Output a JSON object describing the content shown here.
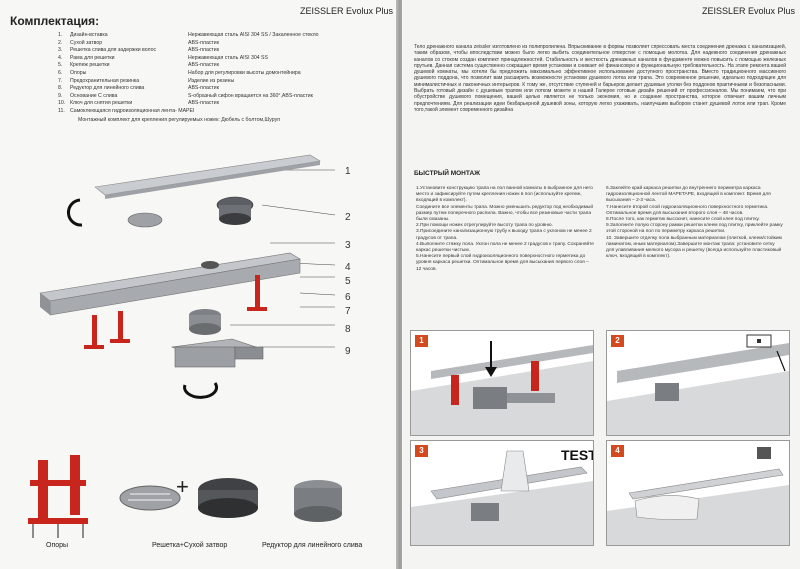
{
  "brand": "ZEISSLER Evolux Plus",
  "left_page": {
    "title": "Комплектация:",
    "components": [
      {
        "num": "1.",
        "name": "Дизайн-вставка",
        "material": "Нержавеющая сталь AISI 304 SS / Закаленное стекло"
      },
      {
        "num": "2.",
        "name": "Сухой затвор",
        "material": "ABS-пластик"
      },
      {
        "num": "3.",
        "name": "Решетка слива для задержки волос",
        "material": "ABS-пластик"
      },
      {
        "num": "4.",
        "name": "Рама для решетки",
        "material": "Нержавеющая сталь AISI 304 SS"
      },
      {
        "num": "5.",
        "name": "Крепеж решетки",
        "material": "ABS-пластик"
      },
      {
        "num": "6.",
        "name": "Опоры",
        "material": "Набор для регулировки высоты домонтейнира"
      },
      {
        "num": "7.",
        "name": "Предохранительная резинка",
        "material": "Изделие из резины"
      },
      {
        "num": "8.",
        "name": "Редуктор для линейного слива",
        "material": "ABS-пластик"
      },
      {
        "num": "9.",
        "name": "Основание С слива",
        "material": "S-образный сифон вращается на 360°,ABS-пластик"
      },
      {
        "num": "10.",
        "name": "Ключ для снятия решетки",
        "material": "ABS-пластик"
      },
      {
        "num": "11.",
        "name": "Самоклеющаяся гидроизоляционная лента- MAPEI",
        "material": ""
      }
    ],
    "mount_note": "Монтажный комплект для крепления регулируемых ножек: Дюбель с болтом,Шуруп",
    "callouts": [
      "1",
      "2",
      "3",
      "4",
      "5",
      "6",
      "7",
      "8",
      "9"
    ],
    "bottom_labels": {
      "supports": "Опоры",
      "grate_trap": "Решетка+Сухой затвор",
      "reducer": "Редуктор для линейного слива"
    }
  },
  "right_page": {
    "intro": "Тело дренажного канала zeissler изготовлено из полипропилена. Впрыскивание в формы позволяет спрессовать места соединения дренажа с канализацией, таким образом, чтобы впоследствии можно было легко выбить соединительное отверстие с помощью молотка. Для надежного соединения дренажных каналов со стоком создан комплект принадлежностей. Стабильность и жесткость дренажных каналов в фундаменте можно повысить с помощью железных прутьев. Данная система существенно сокращает время установки и снижает её финансовую и функциональную требовательность. На этапе ремонта вашей душевой комнаты, мы хотели бы предложить максимально эффективное использование доступного пространства. Вместо традиционного массивного душевого поддона, что позволит вам расширить возможности установки душевого лотка или трапа. Это современное решение, идеально подходящее для минималистичных и лаконичных интерьеров. К тому же, отсутствие ступеней и барьеров делает душевые уголки без поддонов практичными и безопасными. Выбрать готовый дизайн с душевым трапом или лотком можете в нашей Галерее готовые дизайн решений от профессионалов. Мы понимаем, что при обустройстве душевого помещения, вашей целью является не только экономия, но и создание пространства, которое отвечает вашим личным предпочтениям. Для реализации идеи безбарьерной душевой зоны, которую легко ухаживать, наилучшим выбором станет душевой лоток или трап. Кроме того,такой элемент современного дизайна",
    "heading": "БЫСТРЫЙ МОНТАЖ",
    "steps_col1": [
      "1.Установите конструкцию трапа на пол ванной комнаты в выбранное для него место и зафиксируйте путем крепления ножек в пол (используйте крепеж, входящий в комплект).",
      "Соедините все элементы трапа. Можно уменьшить редуктор под необходимый размер путем поперечного распила. Важно, чтобы все резиновые части трапа были смазаны.",
      "2.При помощи ножек отрегулируйте высоту трапа по уровню.",
      "3.Присоедините канализационную трубу к выходу трапа с уклоном не менее 2 градусов от трапа.",
      "4.Выполните стяжку пола. Уклон пола не менее 2 градусов к трапу. Сохраняйте каркаc решетки чистым.",
      "5.Нанесите первый слой гидроизоляционного поверхностного герметика до уровня каркаса решетки. Оптимальное время для высыхания первого слоя – 12 часов."
    ],
    "steps_col2": [
      "6.Заклейте край каркаса решетки до внутреннего периметра каркаса гидроизоляционной лентой MAPETAPE, входящей в комплект. Время для высыхания – 2-3 часа.",
      "7.Нанесите второй слой гидроизоляционного поверхностного герметика. Оптимальное время для высыхания второго слоя – 48 часов.",
      "8.После того, как герметик высохнет, нанесите слой клея под плитку.",
      "9.Заполните полую сторону рамки решетки клеем под плитку, приклейте рамку этой стороной на пол по периметру каркаса решетки.",
      "10. Завершите отделку пола выбранным материалом (плиткой, клеем/стойким ламинатом, иным материалом).Завершите монтаж трапа: установите сетку для улавливания мелкого мусора и решетку (всегда используйте пластиковый ключ, входящий в комплект)."
    ],
    "panels": [
      "1",
      "2",
      "3",
      "4"
    ],
    "test_label": "TEST"
  },
  "colors": {
    "accent": "#d24a1e",
    "support_red": "#c8261c",
    "steel": "#b9bcc0",
    "page": "#f7f7f5"
  }
}
